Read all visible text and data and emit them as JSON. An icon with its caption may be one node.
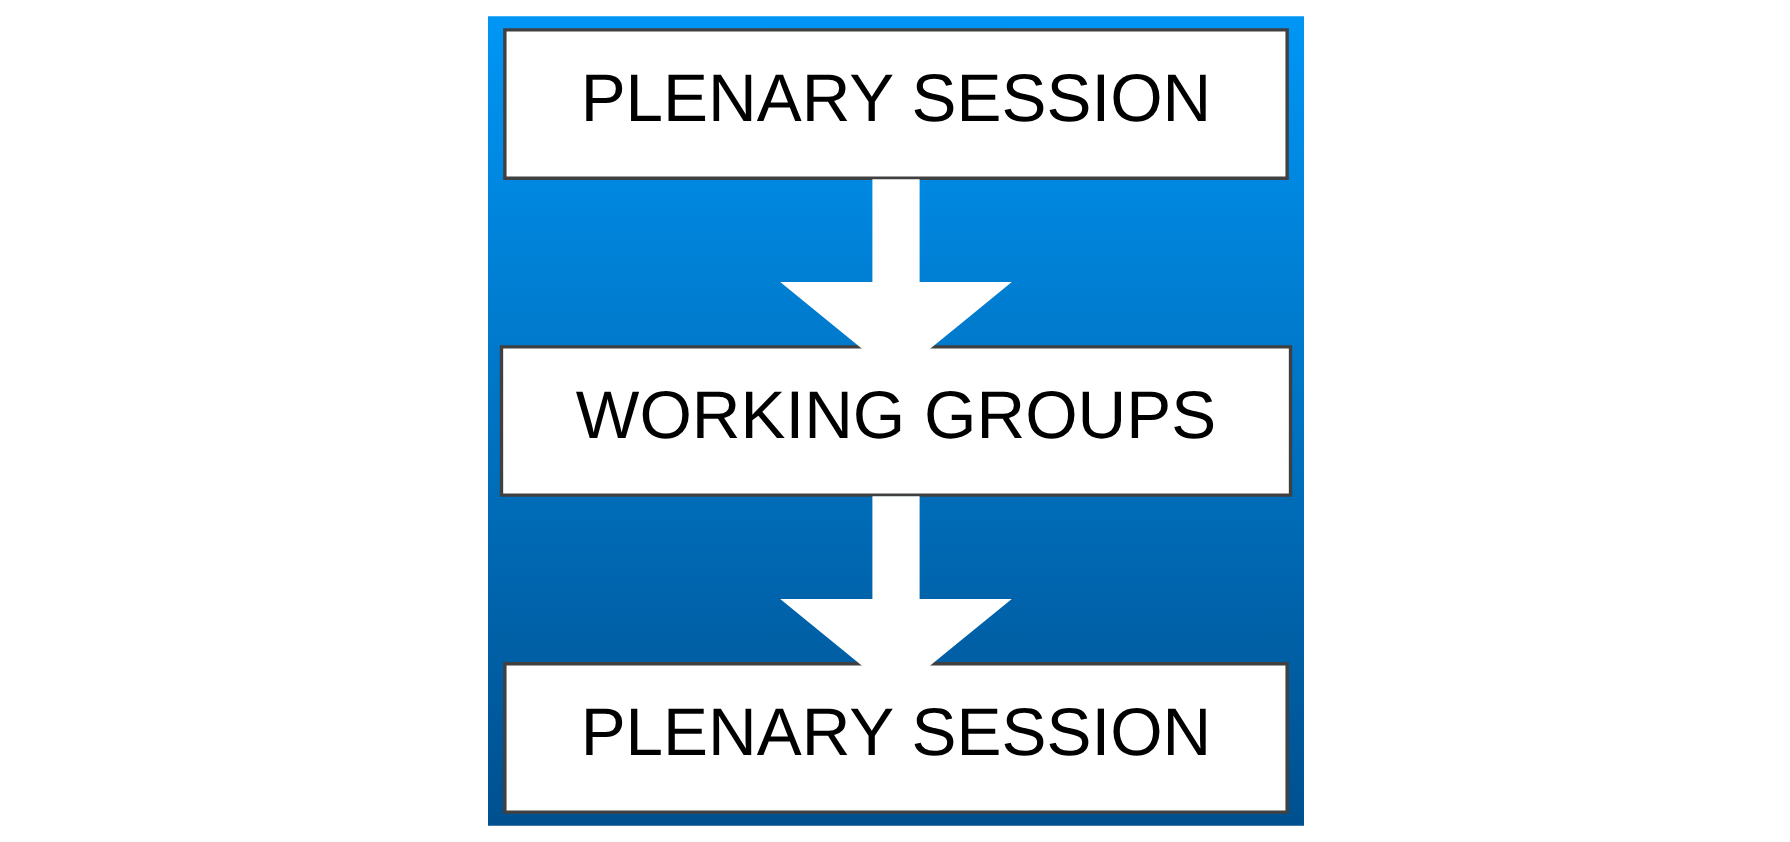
{
  "diagram": {
    "nodes": [
      {
        "text": [
          "PLENARY SESSION"
        ]
      },
      {
        "text": [
          "WORKING GROUPS"
        ]
      },
      {
        "text": [
          "PLENARY SESSION"
        ]
      }
    ],
    "edges": [
      {
        "from": 0,
        "to": 1,
        "arrow": "to"
      },
      {
        "from": 1,
        "to": 2,
        "arrow": "to"
      }
    ]
  }
}
